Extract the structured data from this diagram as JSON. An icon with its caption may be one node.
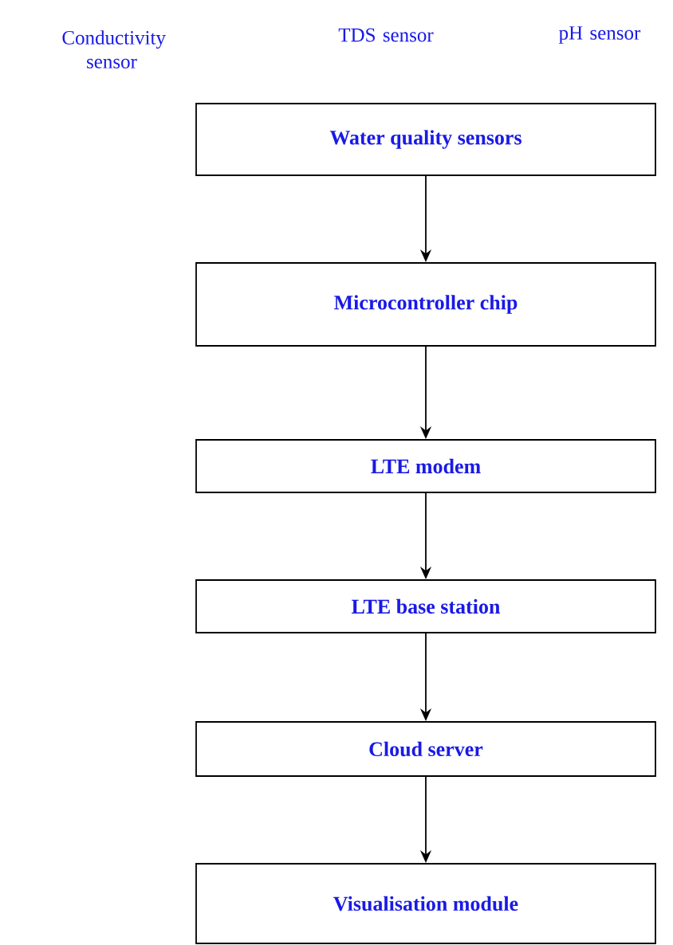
{
  "diagram": {
    "nodes": [
      {
        "text": [
          "Water quality sensors"
        ]
      },
      {
        "text": [
          "Microcontroller chip"
        ]
      },
      {
        "text": [
          "LTE modem"
        ]
      },
      {
        "text": [
          "LTE base station"
        ]
      },
      {
        "text": [
          "Cloud server"
        ]
      },
      {
        "text": [
          "Visualisation module"
        ]
      }
    ],
    "edges": [
      {
        "from": 0,
        "to": 1,
        "arrow": "to"
      },
      {
        "from": 1,
        "to": 2,
        "arrow": "to"
      },
      {
        "from": 2,
        "to": 3,
        "arrow": "to"
      },
      {
        "from": 3,
        "to": 4,
        "arrow": "to"
      },
      {
        "from": 4,
        "to": 5,
        "arrow": "to"
      }
    ],
    "labels": [
      "Conductivity sensor",
      "TDS sensor",
      "pH sensor"
    ]
  }
}
